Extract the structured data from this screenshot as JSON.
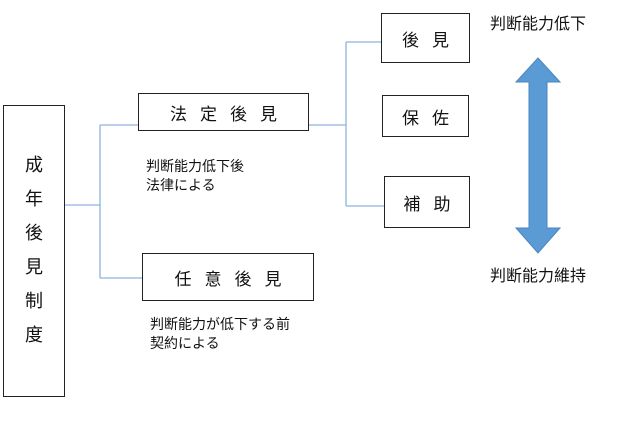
{
  "root": {
    "chars": [
      "成",
      "年",
      "後",
      "見",
      "制",
      "度"
    ]
  },
  "branches": {
    "legal": {
      "label": "法定後見",
      "note_line1": "判断能力低下後",
      "note_line2": "法律による"
    },
    "voluntary": {
      "label": "任意後見",
      "note_line1": "判断能力が低下する前",
      "note_line2": "契約による"
    }
  },
  "types": {
    "guardian": "後見",
    "curator": "保佐",
    "assistant": "補助"
  },
  "scale": {
    "top_label": "判断能力低下",
    "bottom_label": "判断能力維持"
  },
  "colors": {
    "connector": "#8db3e2",
    "arrow": "#5b9bd5"
  }
}
